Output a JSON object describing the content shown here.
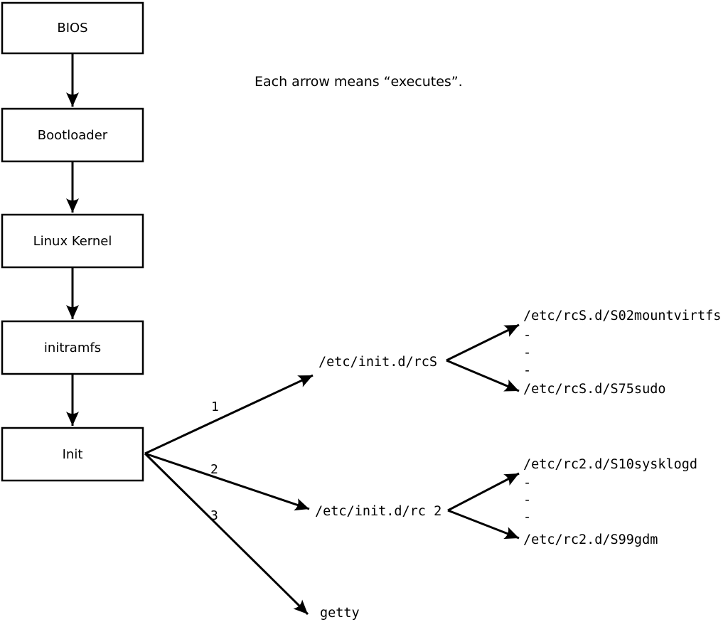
{
  "note": "Each arrow means “executes”.",
  "flow_boxes": [
    {
      "label": "BIOS"
    },
    {
      "label": "Bootloader"
    },
    {
      "label": "Linux Kernel"
    },
    {
      "label": "initramfs"
    },
    {
      "label": "Init"
    }
  ],
  "branches": [
    {
      "number": "1",
      "target": "/etc/init.d/rcS",
      "scripts_first": "/etc/rcS.d/S02mountvirtfs",
      "dashes": [
        "-",
        "-",
        "-"
      ],
      "scripts_last": "/etc/rcS.d/S75sudo"
    },
    {
      "number": "2",
      "target": "/etc/init.d/rc 2",
      "scripts_first": "/etc/rc2.d/S10sysklogd",
      "dashes": [
        "-",
        "-",
        "-"
      ],
      "scripts_last": "/etc/rc2.d/S99gdm"
    },
    {
      "number": "3",
      "target": "getty"
    }
  ],
  "colors": {
    "ink": "#000000",
    "background": "#ffffff"
  }
}
